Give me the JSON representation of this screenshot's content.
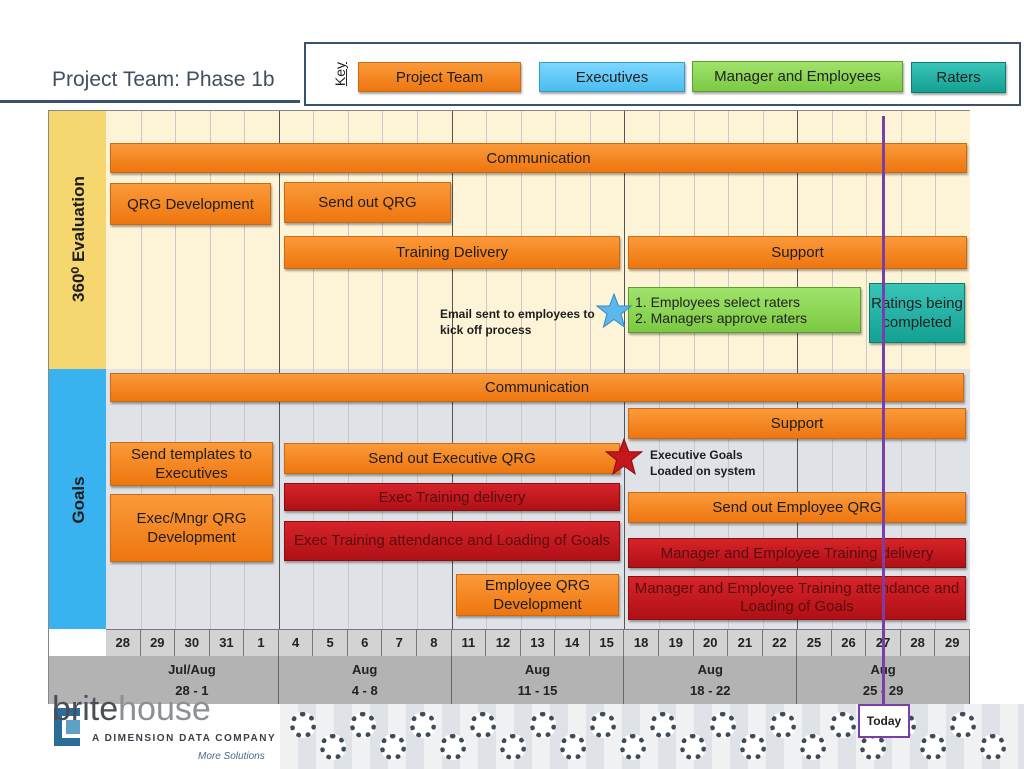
{
  "title": "Project Team: Phase 1b",
  "key": {
    "label": "Key",
    "items": [
      {
        "label": "Project Team",
        "color": "#ee760f"
      },
      {
        "label": "Executives",
        "color": "#49bdf0"
      },
      {
        "label": "Manager and Employees",
        "color": "#7cc943"
      },
      {
        "label": "Raters",
        "color": "#14a194"
      }
    ]
  },
  "bands": {
    "evaluation": "360⁰ Evaluation",
    "goals": "Goals"
  },
  "tasks": {
    "eval_communication": "Communication",
    "qrg_development": "QRG Development",
    "send_out_qrg": "Send out QRG",
    "training_delivery": "Training Delivery",
    "eval_support": "Support",
    "raters_line1": "1.  Employees select raters",
    "raters_line2": "2.  Managers approve raters",
    "ratings": "Ratings being completed",
    "goals_communication": "Communication",
    "goals_support": "Support",
    "send_templates": "Send templates to Executives",
    "send_exec_qrg": "Send out Executive QRG",
    "exec_mngr_qrg": "Exec/Mngr QRG Development",
    "exec_training_delivery": "Exec Training delivery",
    "exec_training_attendance": "Exec Training attendance and Loading of Goals",
    "employee_qrg_dev": "Employee QRG Development",
    "send_employee_qrg": "Send out Employee QRG",
    "mgr_emp_training_delivery": "Manager and Employee Training delivery",
    "mgr_emp_training_attendance": "Manager and Employee Training attendance and Loading of Goals"
  },
  "notes": {
    "email_sent": "Email sent to employees to kick off process",
    "exec_goals": "Executive Goals Loaded on system"
  },
  "days": [
    "28",
    "29",
    "30",
    "31",
    "1",
    "4",
    "5",
    "6",
    "7",
    "8",
    "11",
    "12",
    "13",
    "14",
    "15",
    "18",
    "19",
    "20",
    "21",
    "22",
    "25",
    "26",
    "27",
    "28",
    "29"
  ],
  "weeks": [
    {
      "month": "Jul/Aug",
      "range": "28 - 1"
    },
    {
      "month": "Aug",
      "range": "4 - 8"
    },
    {
      "month": "Aug",
      "range": "11 - 15"
    },
    {
      "month": "Aug",
      "range": "18 - 22"
    },
    {
      "month": "Aug",
      "range": "25 - 29"
    }
  ],
  "today_label": "Today",
  "brand": {
    "name_dark": "brite",
    "name_light": "house",
    "subtitle": "A DIMENSION DATA COMPANY",
    "tagline": "More Solutions"
  }
}
